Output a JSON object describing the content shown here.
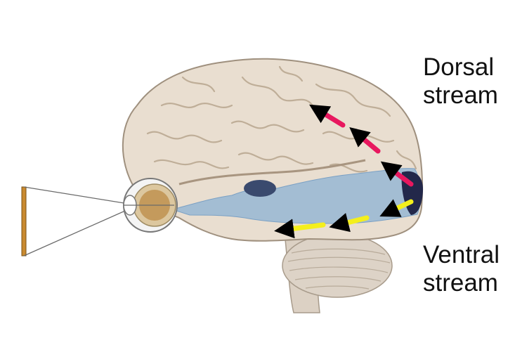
{
  "labels": {
    "dorsal": {
      "line1": "Dorsal",
      "line2": "stream"
    },
    "ventral": {
      "line1": "Ventral",
      "line2": "stream"
    }
  },
  "colors": {
    "brain": "#e9ded0",
    "cerebellum": "#ddd3c7",
    "visual_pathway": "#8fb3d4",
    "dorsal_arrows": "#e8185f",
    "ventral_arrows": "#f4ef1c",
    "object": "#c98a2f"
  },
  "icons": {
    "dorsal_arrow": "arrow-icon",
    "ventral_arrow": "arrow-icon",
    "eye": "eye-icon"
  }
}
